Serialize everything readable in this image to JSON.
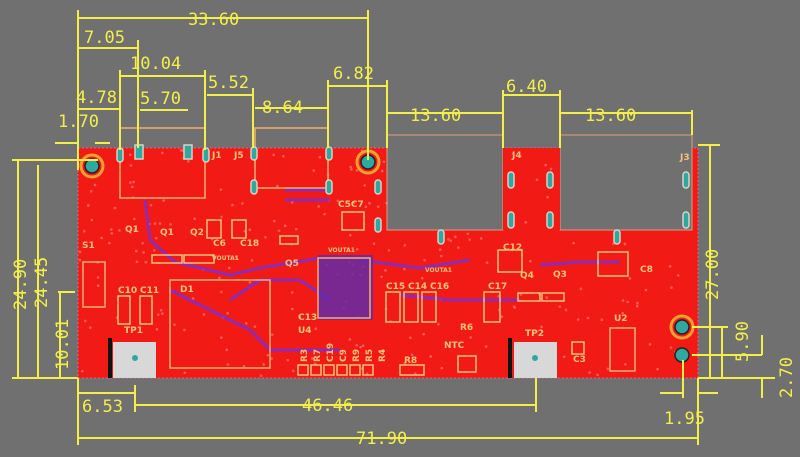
{
  "colors": {
    "background": "#707070",
    "board": "#f21a14",
    "dimension": "#f3ef4a",
    "silkscreen": "#f5c27a",
    "pad": "#2fa8a0",
    "trace": "#7b2fd0",
    "testpoint": "#d8d8d8"
  },
  "dimensions": {
    "overall_top": "33.60",
    "d_7_05": "7.05",
    "d_10_04": "10.04",
    "d_5_52": "5.52",
    "d_8_64": "8.64",
    "d_6_82": "6.82",
    "d_4_78": "4.78",
    "d_5_70": "5.70",
    "d_1_70": "1.70",
    "d_13_60_left": "13.60",
    "d_6_40": "6.40",
    "d_13_60_right": "13.60",
    "d_24_90": "24.90",
    "d_24_45": "24.45",
    "d_10_01": "10.01",
    "d_27_00": "27.00",
    "d_5_90": "5.90",
    "d_2_70": "2.70",
    "d_6_53": "6.53",
    "d_46_46": "46.46",
    "d_71_90": "71.90",
    "d_1_95": "1.95"
  },
  "components": {
    "J1": "J1",
    "J5": "J5",
    "J4": "J4",
    "J3": "J3",
    "S1": "S1",
    "Q1": "Q1",
    "Q2": "Q2",
    "C6": "C6",
    "C18": "C18",
    "C5C7": "C5C7",
    "Q5": "Q5",
    "C12": "C12",
    "Q4": "Q4",
    "Q3": "Q3",
    "C8": "C8",
    "C15": "C15",
    "C14": "C14",
    "C16": "C16",
    "C17": "C17",
    "U2": "U2",
    "TP1": "TP1",
    "TP2": "TP2",
    "C10": "C10",
    "C11": "C11",
    "C13": "C13",
    "U4": "U4",
    "R3": "R3",
    "R7": "R7",
    "C19": "C19",
    "C9": "C9",
    "R9": "R9",
    "R5": "R5",
    "R4": "R4",
    "R8": "R8",
    "R6": "R6",
    "NTC": "NTC",
    "C3": "C3",
    "VOUTA1": "VOUTA1",
    "D1": "D1"
  }
}
